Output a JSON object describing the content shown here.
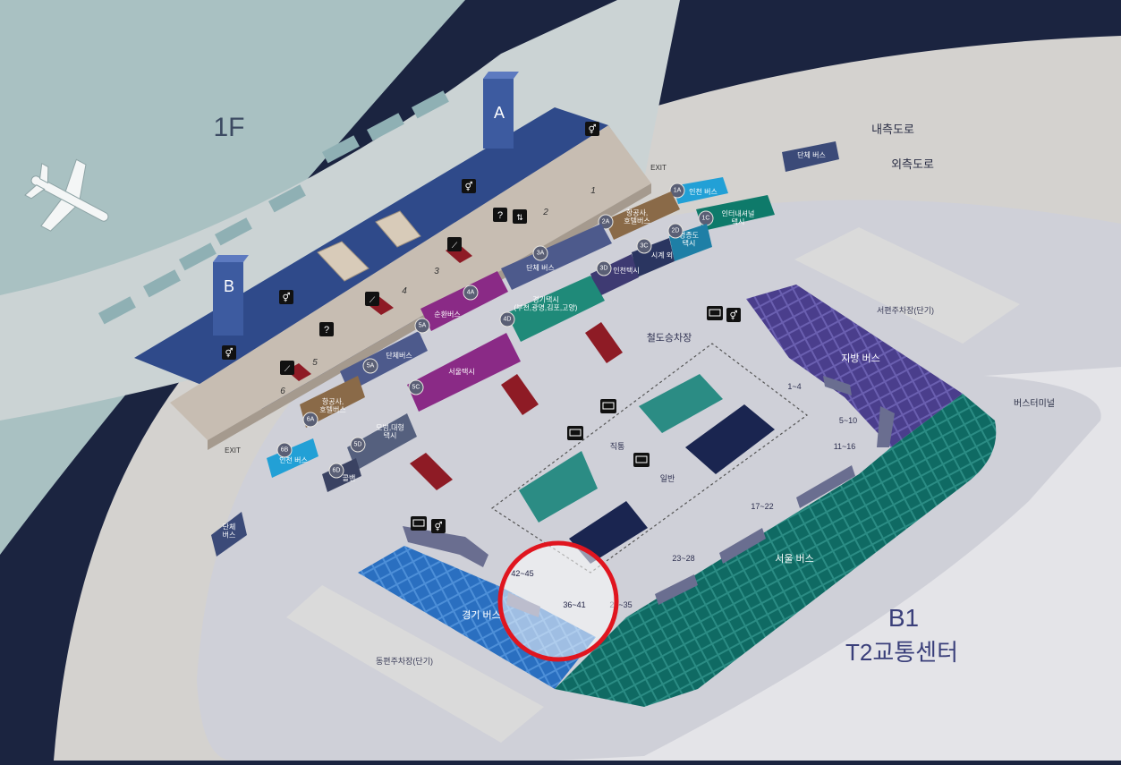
{
  "floors": {
    "upper": "1F",
    "lower_code": "B1",
    "lower_name": "T2교통센터"
  },
  "concourses": {
    "a": "A",
    "b": "B"
  },
  "roads": {
    "inner": "내측도로",
    "outer": "외측도로"
  },
  "exit_label": "EXIT",
  "gate_numbers": [
    "1",
    "2",
    "3",
    "4",
    "5",
    "6"
  ],
  "curb_lane_1": [
    {
      "code": "1A",
      "label": "인천 버스",
      "color": "#22a0d6"
    },
    {
      "code": "2A",
      "label": "항공사,\n호텔버스",
      "color": "#8a6a48"
    },
    {
      "code": "3A",
      "label": "단체 버스",
      "color": "#4d5a8c"
    },
    {
      "code": "4A",
      "label": "순환버스",
      "color": "#8a2a86"
    },
    {
      "code": "5A",
      "label": "단체버스",
      "color": "#4d5a8c"
    },
    {
      "code": "6A",
      "label": "항공사,\n호텔버스",
      "color": "#8a6a48"
    },
    {
      "code": "6B",
      "label": "인천 버스",
      "color": "#22a0d6"
    }
  ],
  "curb_lane_2": [
    {
      "code": "1C",
      "label": "인터내셔널\n택시",
      "color": "#0e7a6a"
    },
    {
      "code": "2D",
      "label": "영종도\n택시",
      "color": "#1e7fa6"
    },
    {
      "code": "3C",
      "label": "시계 외",
      "color": "#2a3560"
    },
    {
      "code": "3D",
      "label": "인천택시",
      "color": "#3e3a72"
    },
    {
      "code": "4D",
      "label": "경기택시\n(부천,광명,김포,고양)",
      "color": "#1f8a79"
    },
    {
      "code": "5C",
      "label": "서울택시",
      "color": "#8a2a86"
    },
    {
      "code": "5D",
      "label": "모범,대형\n택시",
      "color": "#55607e"
    },
    {
      "code": "6D",
      "label": "콜밴",
      "color": "#3a4262"
    }
  ],
  "group_bus_sign": "단체 버스",
  "group_bus_sign_2": "단체\n버스",
  "b1": {
    "rail_station": "철도승차장",
    "direct": "직통",
    "general": "일반",
    "bus_terminal": "버스터미널",
    "regional_bus": "지방 버스",
    "seoul_bus": "서울 버스",
    "gyeonggi_bus": "경기 버스",
    "west_parking": "서편주차장(단기)",
    "east_parking": "동편주차장(단기)",
    "bays": [
      "1~4",
      "5~10",
      "11~16",
      "17~22",
      "23~28",
      "29~35",
      "36~41",
      "42~45"
    ]
  },
  "colors": {
    "sea": "#a9c1c2",
    "dark_ring": "#1b2440",
    "road": "#d4d2cf",
    "platform": "#c7bdb2",
    "terminal_blue": "#2f4a8a",
    "b1_floor": "#cfd0d8",
    "purple_zone": "#4a3e8c",
    "teal_zone": "#0f6a63",
    "blue_zone": "#2a6fc0",
    "highlight": "#e0151f"
  },
  "icons": [
    "airplane-icon",
    "restroom-icon",
    "info-icon",
    "elevator-icon",
    "ticket-icon",
    "escalator-icon"
  ]
}
